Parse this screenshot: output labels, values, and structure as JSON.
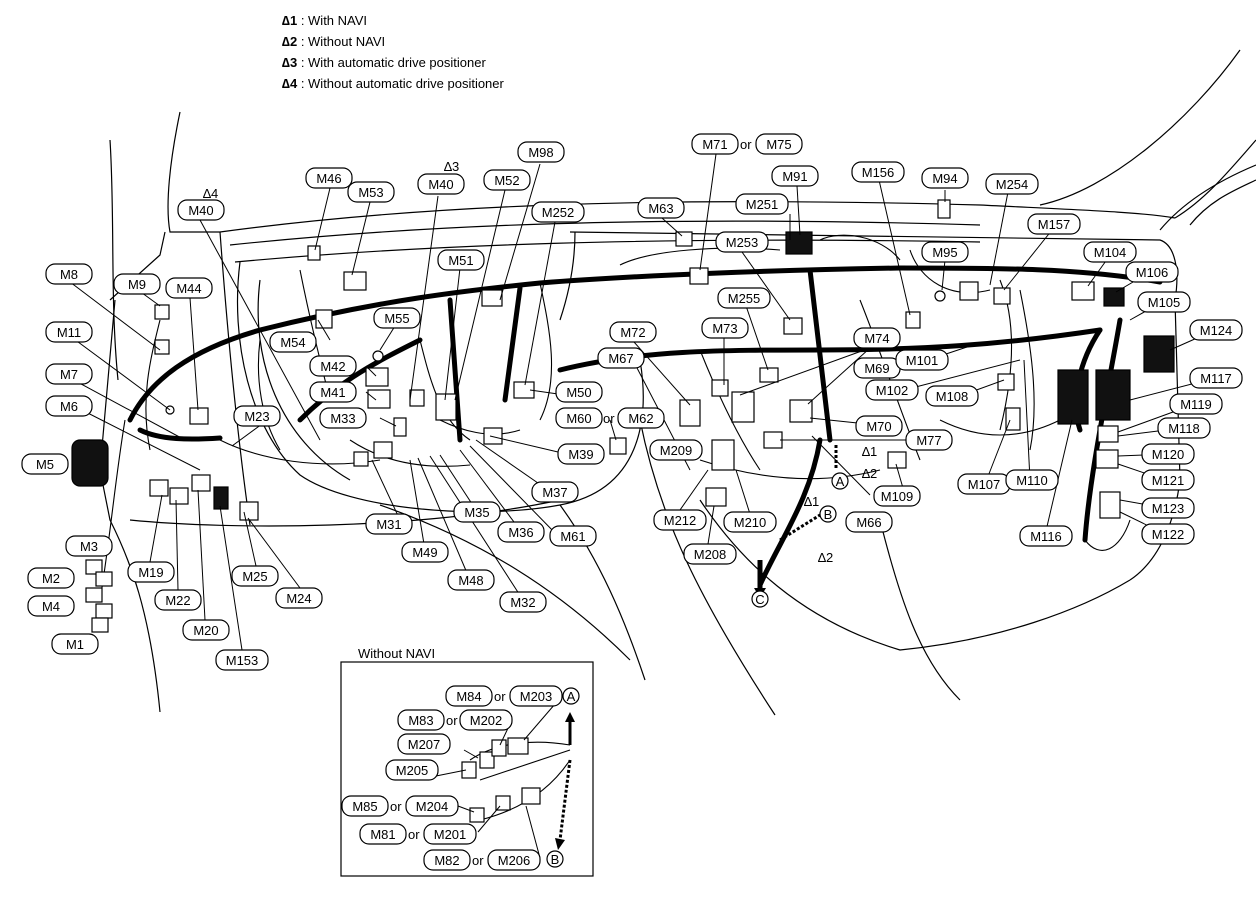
{
  "legend": [
    {
      "mark": "∆1",
      "text": ": With NAVI"
    },
    {
      "mark": "∆2",
      "text": ": Without NAVI"
    },
    {
      "mark": "∆3",
      "text": ": With automatic drive positioner"
    },
    {
      "mark": "∆4",
      "text": ": Without automatic drive positioner"
    }
  ],
  "connectors": {
    "M1": "M1",
    "M2": "M2",
    "M3": "M3",
    "M4": "M4",
    "M5": "M5",
    "M6": "M6",
    "M7": "M7",
    "M8": "M8",
    "M9": "M9",
    "M11": "M11",
    "M19": "M19",
    "M20": "M20",
    "M22": "M22",
    "M23": "M23",
    "M24": "M24",
    "M25": "M25",
    "M31": "M31",
    "M32": "M32",
    "M33": "M33",
    "M35": "M35",
    "M36": "M36",
    "M37": "M37",
    "M39": "M39",
    "M40a": "M40",
    "M40b": "M40",
    "M41": "M41",
    "M42": "M42",
    "M44": "M44",
    "M46": "M46",
    "M48": "M48",
    "M49": "M49",
    "M50": "M50",
    "M51": "M51",
    "M52": "M52",
    "M53": "M53",
    "M54": "M54",
    "M55": "M55",
    "M60": "M60",
    "M61": "M61",
    "M62": "M62",
    "M63": "M63",
    "M66": "M66",
    "M67": "M67",
    "M69": "M69",
    "M70": "M70",
    "M71": "M71",
    "M72": "M72",
    "M73": "M73",
    "M74": "M74",
    "M75": "M75",
    "M77": "M77",
    "M91": "M91",
    "M94": "M94",
    "M95": "M95",
    "M98": "M98",
    "M101": "M101",
    "M102": "M102",
    "M104": "M104",
    "M105": "M105",
    "M106": "M106",
    "M107": "M107",
    "M108": "M108",
    "M109": "M109",
    "M110": "M110",
    "M116": "M116",
    "M117": "M117",
    "M118": "M118",
    "M119": "M119",
    "M120": "M120",
    "M121": "M121",
    "M122": "M122",
    "M123": "M123",
    "M124": "M124",
    "M153": "M153",
    "M156": "M156",
    "M157": "M157",
    "M208": "M208",
    "M209": "M209",
    "M210": "M210",
    "M212": "M212",
    "M251": "M251",
    "M252": "M252",
    "M253": "M253",
    "M254": "M254",
    "M255": "M255",
    "M81": "M81",
    "M82": "M82",
    "M83": "M83",
    "M84": "M84",
    "M85": "M85",
    "M201": "M201",
    "M202": "M202",
    "M203": "M203",
    "M204": "M204",
    "M205": "M205",
    "M206": "M206",
    "M207": "M207"
  },
  "marks": {
    "s1": "∆1",
    "s2": "∆2",
    "s3": "∆3",
    "s4": "∆4",
    "or": "or"
  },
  "points": {
    "A": "A",
    "B": "B",
    "C": "C"
  },
  "inset": {
    "title": "Without NAVI"
  }
}
